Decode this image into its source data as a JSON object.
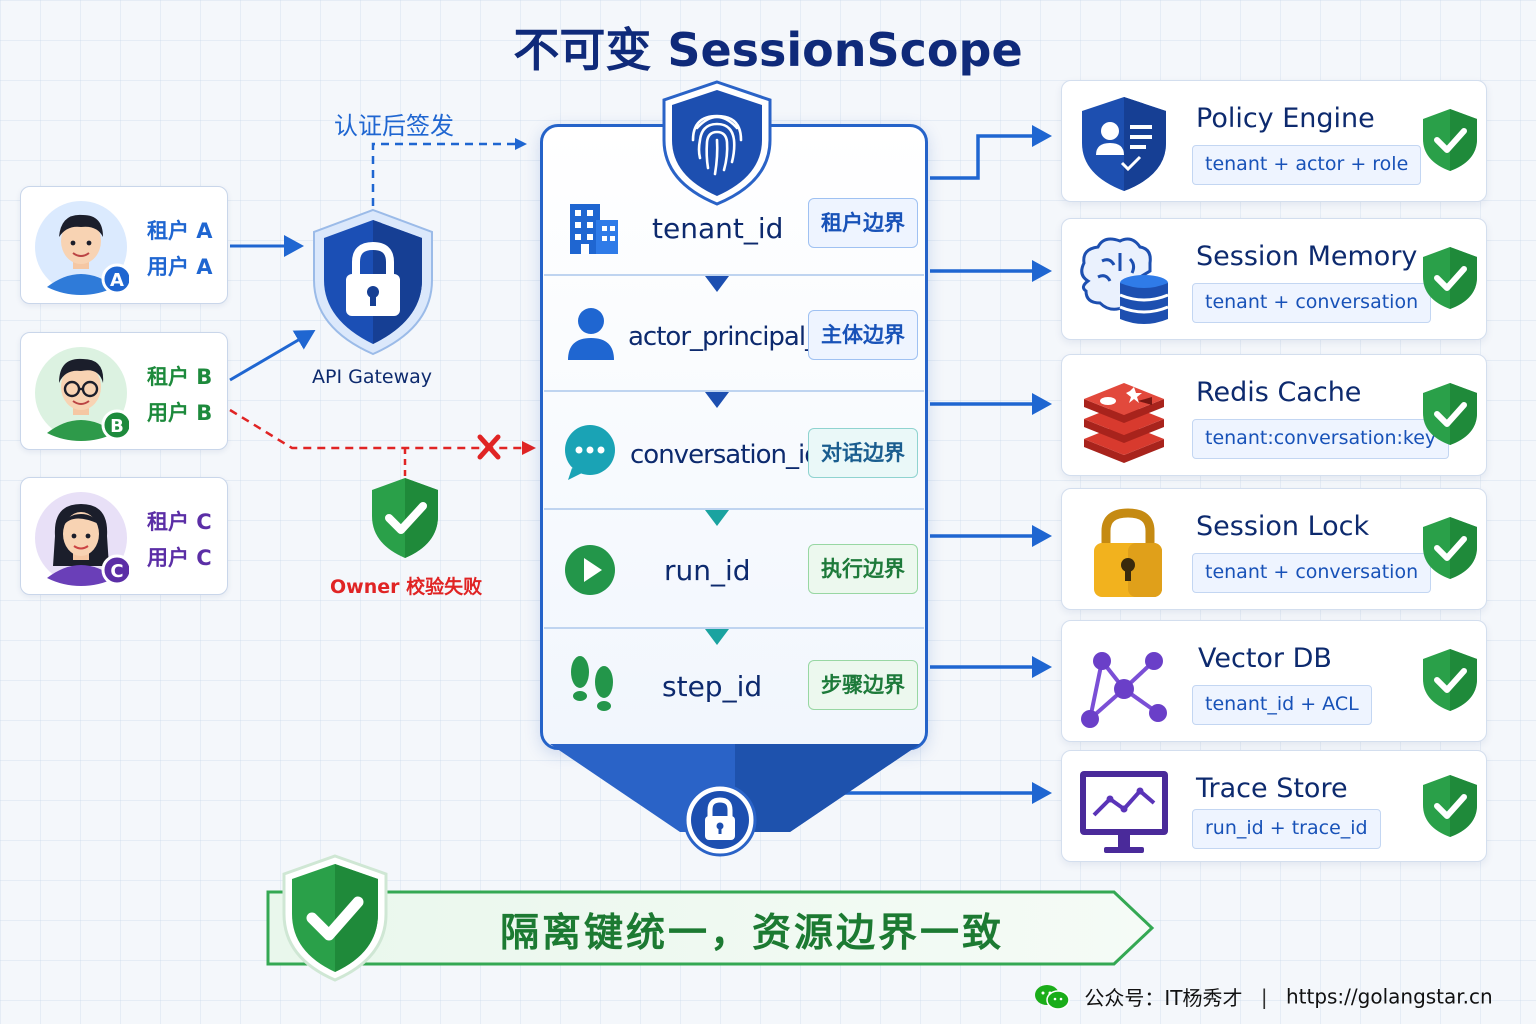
{
  "title": "不可变 SessionScope",
  "users": [
    {
      "badge": "A",
      "tenant": "租户 A",
      "user": "用户 A",
      "color": "#1f66d1",
      "bg": "#dbeafe"
    },
    {
      "badge": "B",
      "tenant": "租户 B",
      "user": "用户 B",
      "color": "#1d8a3c",
      "bg": "#dcf2e1"
    },
    {
      "badge": "C",
      "tenant": "租户 C",
      "user": "用户 C",
      "color": "#5b2ea6",
      "bg": "#e8e0f7"
    }
  ],
  "gateway": {
    "label": "API Gateway",
    "auth_label": "认证后签发"
  },
  "owner_check": {
    "label": "Owner 校验失败"
  },
  "scope_rows": [
    {
      "name": "tenant_id",
      "tag": "租户边界",
      "icon": "building-icon"
    },
    {
      "name": "actor_principal_id",
      "tag": "主体边界",
      "icon": "person-icon"
    },
    {
      "name": "conversation_id",
      "tag": "对话边界",
      "icon": "chat-bubble-icon"
    },
    {
      "name": "run_id",
      "tag": "执行边界",
      "icon": "play-icon"
    },
    {
      "name": "step_id",
      "tag": "步骤边界",
      "icon": "footprints-icon"
    }
  ],
  "resources": [
    {
      "name": "Policy Engine",
      "key": "tenant + actor + role",
      "icon": "policy-shield-icon"
    },
    {
      "name": "Session Memory",
      "key": "tenant + conversation",
      "icon": "brain-database-icon"
    },
    {
      "name": "Redis Cache",
      "key": "tenant:conversation:key",
      "icon": "redis-icon"
    },
    {
      "name": "Session Lock",
      "key": "tenant + conversation",
      "icon": "padlock-icon"
    },
    {
      "name": "Vector DB",
      "key": "tenant_id + ACL",
      "icon": "vector-graph-icon"
    },
    {
      "name": "Trace Store",
      "key": "run_id + trace_id",
      "icon": "monitor-chart-icon"
    }
  ],
  "banner": {
    "text": "隔离键统一，资源边界一致"
  },
  "footer": {
    "account": "公众号：IT杨秀才",
    "url": "https://golangstar.cn"
  },
  "colors": {
    "primary_blue": "#1f66d1",
    "dark_navy": "#0d2a6e",
    "success_green": "#1d8a3c",
    "error_red": "#e02424"
  }
}
